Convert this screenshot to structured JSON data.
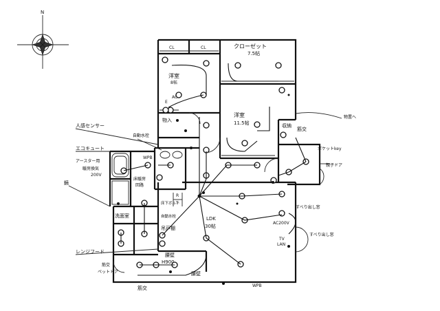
{
  "compass": {
    "north": "N"
  },
  "rooms": {
    "closet_left": "CL",
    "closet_right": "CL",
    "closet_main": "クローゼット",
    "closet_main_size": "7.5帖",
    "western_1": "洋室",
    "western_1_size": "8帖",
    "western_2": "洋室",
    "western_2_size": "11.5帖",
    "storage": "物入",
    "shoes": "収納",
    "entrance_hall": "筋交",
    "ldk": "LDK",
    "ldk_size": "30帖",
    "counter": "腰壁",
    "counter_height": "H900",
    "counter_2": "腰壁",
    "washroom": "洗面室",
    "pantry": "吊戸棚",
    "hall_r": "R",
    "hall_t": "T",
    "bath_note": "床暖房",
    "bath_note2": "回路",
    "wall_bottom": "筋交"
  },
  "labels": {
    "motion_sensor": "人感センサー",
    "auto_faucet": "自動水栓",
    "eco_cute": "エコキュート",
    "heater": "アースター用",
    "ventilation": "暖房換気",
    "ventilation_v": "200V",
    "floor_heat_1": "床暖房",
    "floor_heat_2": "回路",
    "bath": "鏡",
    "sliding_door": "すべり出し窓",
    "sliding_door_2": "すべり出し窓",
    "pocket": "ポケットkey",
    "parent_door": "親子ドア",
    "shed": "物置へ",
    "range_hood": "レンジフード",
    "brace_pet": "筋交",
    "pet_door": "ペットドア",
    "floor_heat_main": "床下ボルト",
    "auto_faucet_2": "自動水栓",
    "washroom_label": "洗面室",
    "ac_200v": "AC200V",
    "lan": "LAN",
    "tv": "TV",
    "e": "E",
    "ac": "AC",
    "wpb": "WPB",
    "wpb_2": "WPB"
  },
  "fixture_symbols": {
    "ceiling_light": "circle",
    "outlet": "filled-dot",
    "switch": "dot-s"
  }
}
